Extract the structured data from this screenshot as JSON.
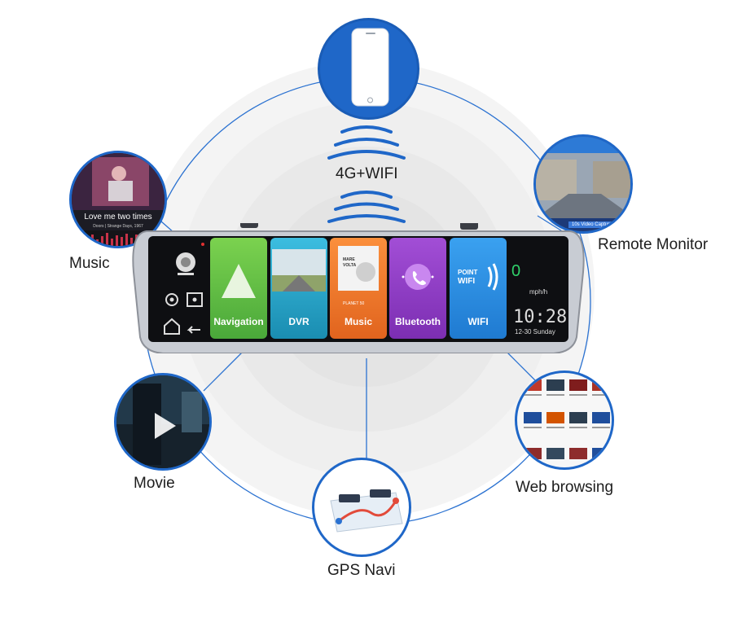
{
  "labels": {
    "connectivity": "4G+WIFI",
    "music": "Music",
    "remote_monitor": "Remote Monitor",
    "movie": "Movie",
    "web_browsing": "Web browsing",
    "gps_navi": "GPS Navi"
  },
  "music_bubble": {
    "song_title": "Love me two times",
    "song_subtitle": "Doors | Strange Days, 1967"
  },
  "remote_bubble": {
    "capture_button": "10s Video Capture"
  },
  "screen_tiles": [
    {
      "label": "Navigation",
      "color": "#6ac545"
    },
    {
      "label": "DVR",
      "color": "#2fa8c9"
    },
    {
      "label": "Music",
      "color": "#f07a2d"
    },
    {
      "label": "Bluetooth",
      "color": "#8f3fc4"
    },
    {
      "label": "WIFI",
      "color": "#2b8fe0"
    }
  ],
  "music_tile": {
    "album_line1": "MARE",
    "album_line2": "VOLTA",
    "planet": "PLANET 50"
  },
  "wifi_tile": {
    "text_line1": "POINT",
    "text_line2": "WIFI"
  },
  "status_panel": {
    "speed": "0",
    "speed_unit": "mph/h",
    "time": "10:28",
    "date": "12-30 Sunday"
  },
  "colors": {
    "accent_blue": "#1f67c8",
    "ring_gray": "#ececec"
  }
}
